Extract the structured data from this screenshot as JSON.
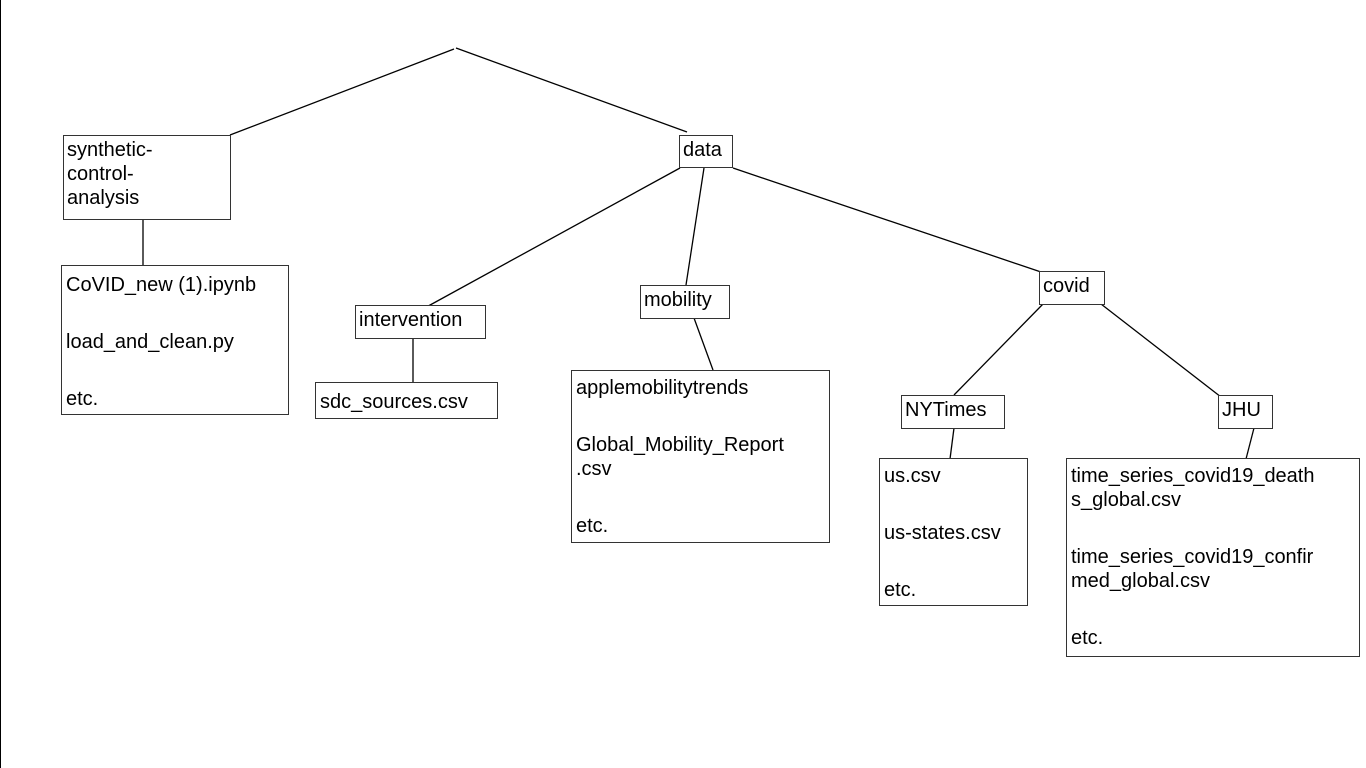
{
  "diagram": {
    "nodes": {
      "synthetic": {
        "lines": [
          "synthetic-",
          "control-",
          "analysis"
        ]
      },
      "data": {
        "label": "data"
      },
      "intervention": {
        "label": "intervention"
      },
      "mobility": {
        "label": "mobility"
      },
      "covid": {
        "label": "covid"
      },
      "nytimes": {
        "label": "NYTimes"
      },
      "jhu": {
        "label": "JHU"
      }
    },
    "files": {
      "synthetic": [
        "CoVID_new (1).ipynb",
        "load_and_clean.py",
        "etc."
      ],
      "intervention": [
        "sdc_sources.csv"
      ],
      "mobility": [
        "applemobilitytrends",
        "Global_Mobility_Report\n.csv",
        "etc."
      ],
      "nytimes": [
        "us.csv",
        "us-states.csv",
        "etc."
      ],
      "jhu": [
        "time_series_covid19_death\ns_global.csv",
        "time_series_covid19_confir\nmed_global.csv",
        "etc."
      ]
    }
  }
}
